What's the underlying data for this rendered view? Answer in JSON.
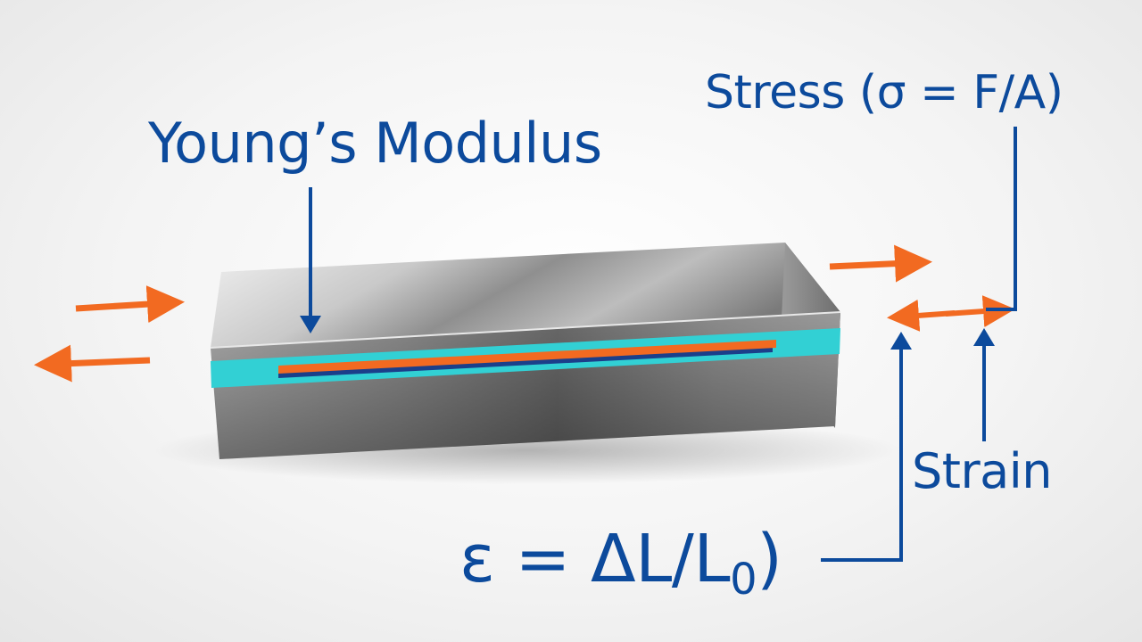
{
  "labels": {
    "youngs_modulus": "Young’s Modulus",
    "stress": "Stress (σ = F/A)",
    "strain": "Strain",
    "strain_formula_main": "ε = ΔL/L",
    "strain_formula_subscript": "0",
    "strain_formula_close": ")"
  },
  "colors": {
    "label_blue": "#0c4a9c",
    "arrow_orange": "#f26a21",
    "cyan_layer": "#32d0d4",
    "metal_dark": "#5a5a5a",
    "metal_light": "#d8d8d8"
  }
}
